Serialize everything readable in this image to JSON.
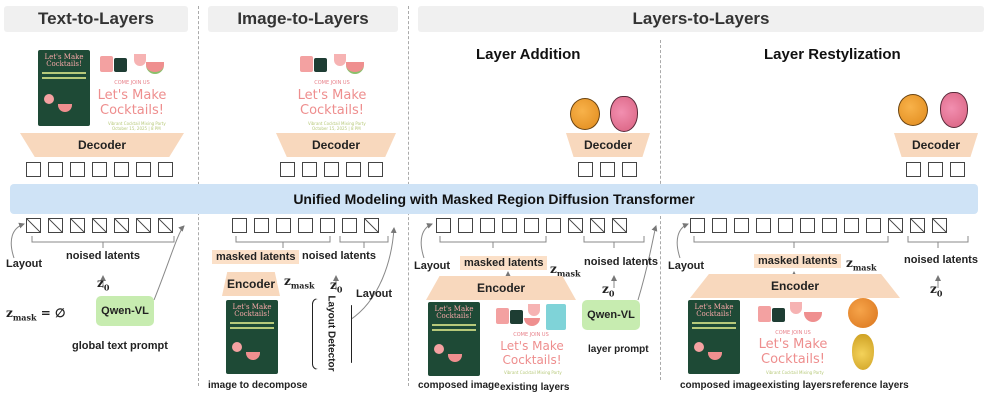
{
  "headers": {
    "text_to_layers": "Text-to-Layers",
    "image_to_layers": "Image-to-Layers",
    "layers_to_layers": "Layers-to-Layers"
  },
  "subheaders": {
    "layer_addition": "Layer Addition",
    "layer_restylization": "Layer Restylization"
  },
  "banner": "Unified Modeling with Masked Region Diffusion Transformer",
  "decoder": "Decoder",
  "encoder": "Encoder",
  "qwen": "Qwen-VL",
  "labels": {
    "layout": "Layout",
    "noised_latents": "noised latents",
    "masked_latents": "masked latents",
    "global_text_prompt": "global text prompt",
    "image_to_decompose": "image to decompose",
    "layout_detector": "Layout Detector",
    "composed_image": "composed image",
    "existing_layers": "existing layers",
    "layer_prompt": "layer prompt",
    "reference_layers": "reference layers"
  },
  "math": {
    "z0": "z",
    "z0_sub": "0",
    "zmask": "z",
    "zmask_sub": "mask",
    "zmask_empty": "= ∅"
  },
  "poster": {
    "line1": "Let's Make",
    "line2": "Cocktails!",
    "come_join": "COME JOIN US",
    "big1": "Let's Make",
    "big2": "Cocktails!",
    "small1": "Vibrant Cocktail Mixing Party",
    "small2": "October 15, 2025 | 8 PM"
  },
  "colors": {
    "decoder_fill": "#f8d8bd",
    "banner_fill": "#cfe3f6",
    "qwen_fill": "#c7ecb0",
    "poster_bg": "#1e4a36",
    "header_bg": "#f0f0f0"
  }
}
